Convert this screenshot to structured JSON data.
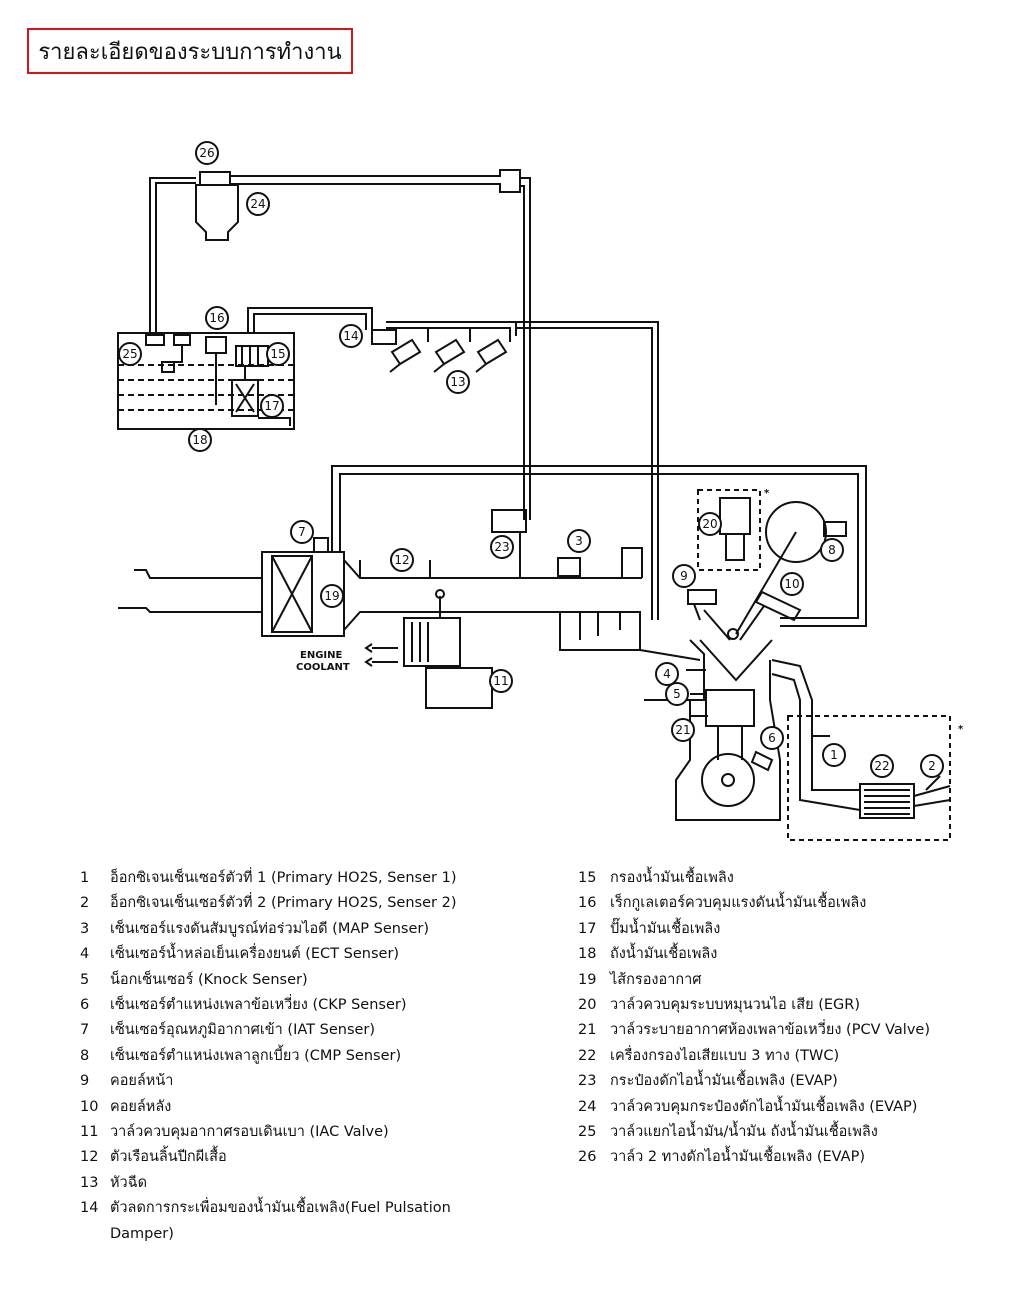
{
  "title": "รายละเอียดของระบบการทำงาน",
  "diagram": {
    "labels": [
      "1",
      "2",
      "3",
      "4",
      "5",
      "6",
      "7",
      "8",
      "9",
      "10",
      "11",
      "12",
      "13",
      "14",
      "15",
      "16",
      "17",
      "18",
      "19",
      "20",
      "21",
      "22",
      "23",
      "24",
      "25",
      "26"
    ],
    "coolant_line1": "ENGINE",
    "coolant_line2": "COOLANT",
    "asterisk": "*"
  },
  "legend_left": [
    {
      "num": "1",
      "text": "อ็อกซิเจนเซ็นเซอร์ตัวที่ 1 (Primary HO2S, Senser 1)"
    },
    {
      "num": "2",
      "text": "อ็อกซิเจนเซ็นเซอร์ตัวที่ 2 (Primary HO2S, Senser 2)"
    },
    {
      "num": "3",
      "text": "เซ็นเซอร์แรงดันสัมบูรณ์ท่อร่วมไอดี (MAP Senser)"
    },
    {
      "num": "4",
      "text": "เซ็นเซอร์น้ำหล่อเย็นเครื่องยนต์ (ECT Senser)"
    },
    {
      "num": "5",
      "text": "น็อกเซ็นเซอร์ (Knock Senser)"
    },
    {
      "num": "6",
      "text": "เซ็นเซอร์ตำแหน่งเพลาข้อเหวี่ยง (CKP Senser)"
    },
    {
      "num": "7",
      "text": "เซ็นเซอร์อุณหภูมิอากาศเข้า (IAT Senser)"
    },
    {
      "num": "8",
      "text": "เซ็นเซอร์ตำแหน่งเพลาลูกเบี้ยว (CMP Senser)"
    },
    {
      "num": "9",
      "text": "คอยล์หน้า"
    },
    {
      "num": "10",
      "text": "คอยล์หลัง"
    },
    {
      "num": "11",
      "text": "วาล์วควบคุมอากาศรอบเดินเบา (IAC Valve)"
    },
    {
      "num": "12",
      "text": "ตัวเรือนลิ้นปีกผีเสื้อ"
    },
    {
      "num": "13",
      "text": "หัวฉีด"
    },
    {
      "num": "14",
      "text": "ตัวลดการกระเพื่อมของน้ำมันเชื้อเพลิง(Fuel Pulsation Damper)"
    }
  ],
  "legend_right": [
    {
      "num": "15",
      "text": "กรองน้ำมันเชื้อเพลิง"
    },
    {
      "num": "16",
      "text": "เร็กกูเลเตอร์ควบคุมแรงดันน้ำมันเชื้อเพลิง"
    },
    {
      "num": "17",
      "text": "ปั๊มน้ำมันเชื้อเพลิง"
    },
    {
      "num": "18",
      "text": "ถังน้ำมันเชื้อเพลิง"
    },
    {
      "num": "19",
      "text": "ไส้กรองอากาศ"
    },
    {
      "num": "20",
      "text": "วาล์วควบคุมระบบหมุนวนไอ เสีย (EGR)"
    },
    {
      "num": "21",
      "text": "วาล์วระบายอากาศห้องเพลาข้อเหวี่ยง (PCV Valve)"
    },
    {
      "num": "22",
      "text": "เครื่องกรองไอเสียแบบ 3 ทาง (TWC)"
    },
    {
      "num": "23",
      "text": "กระป๋องดักไอน้ำมันเชื้อเพลิง (EVAP)"
    },
    {
      "num": "24",
      "text": "วาล์วควบคุมกระป๋องดักไอน้ำมันเชื้อเพลิง (EVAP)"
    },
    {
      "num": "25",
      "text": "วาล์วแยกไอน้ำมัน/น้ำมัน ถังน้ำมันเชื้อเพลิง"
    },
    {
      "num": "26",
      "text": "วาล์ว 2 ทางดักไอน้ำมันเชื้อเพลิง (EVAP)"
    }
  ]
}
